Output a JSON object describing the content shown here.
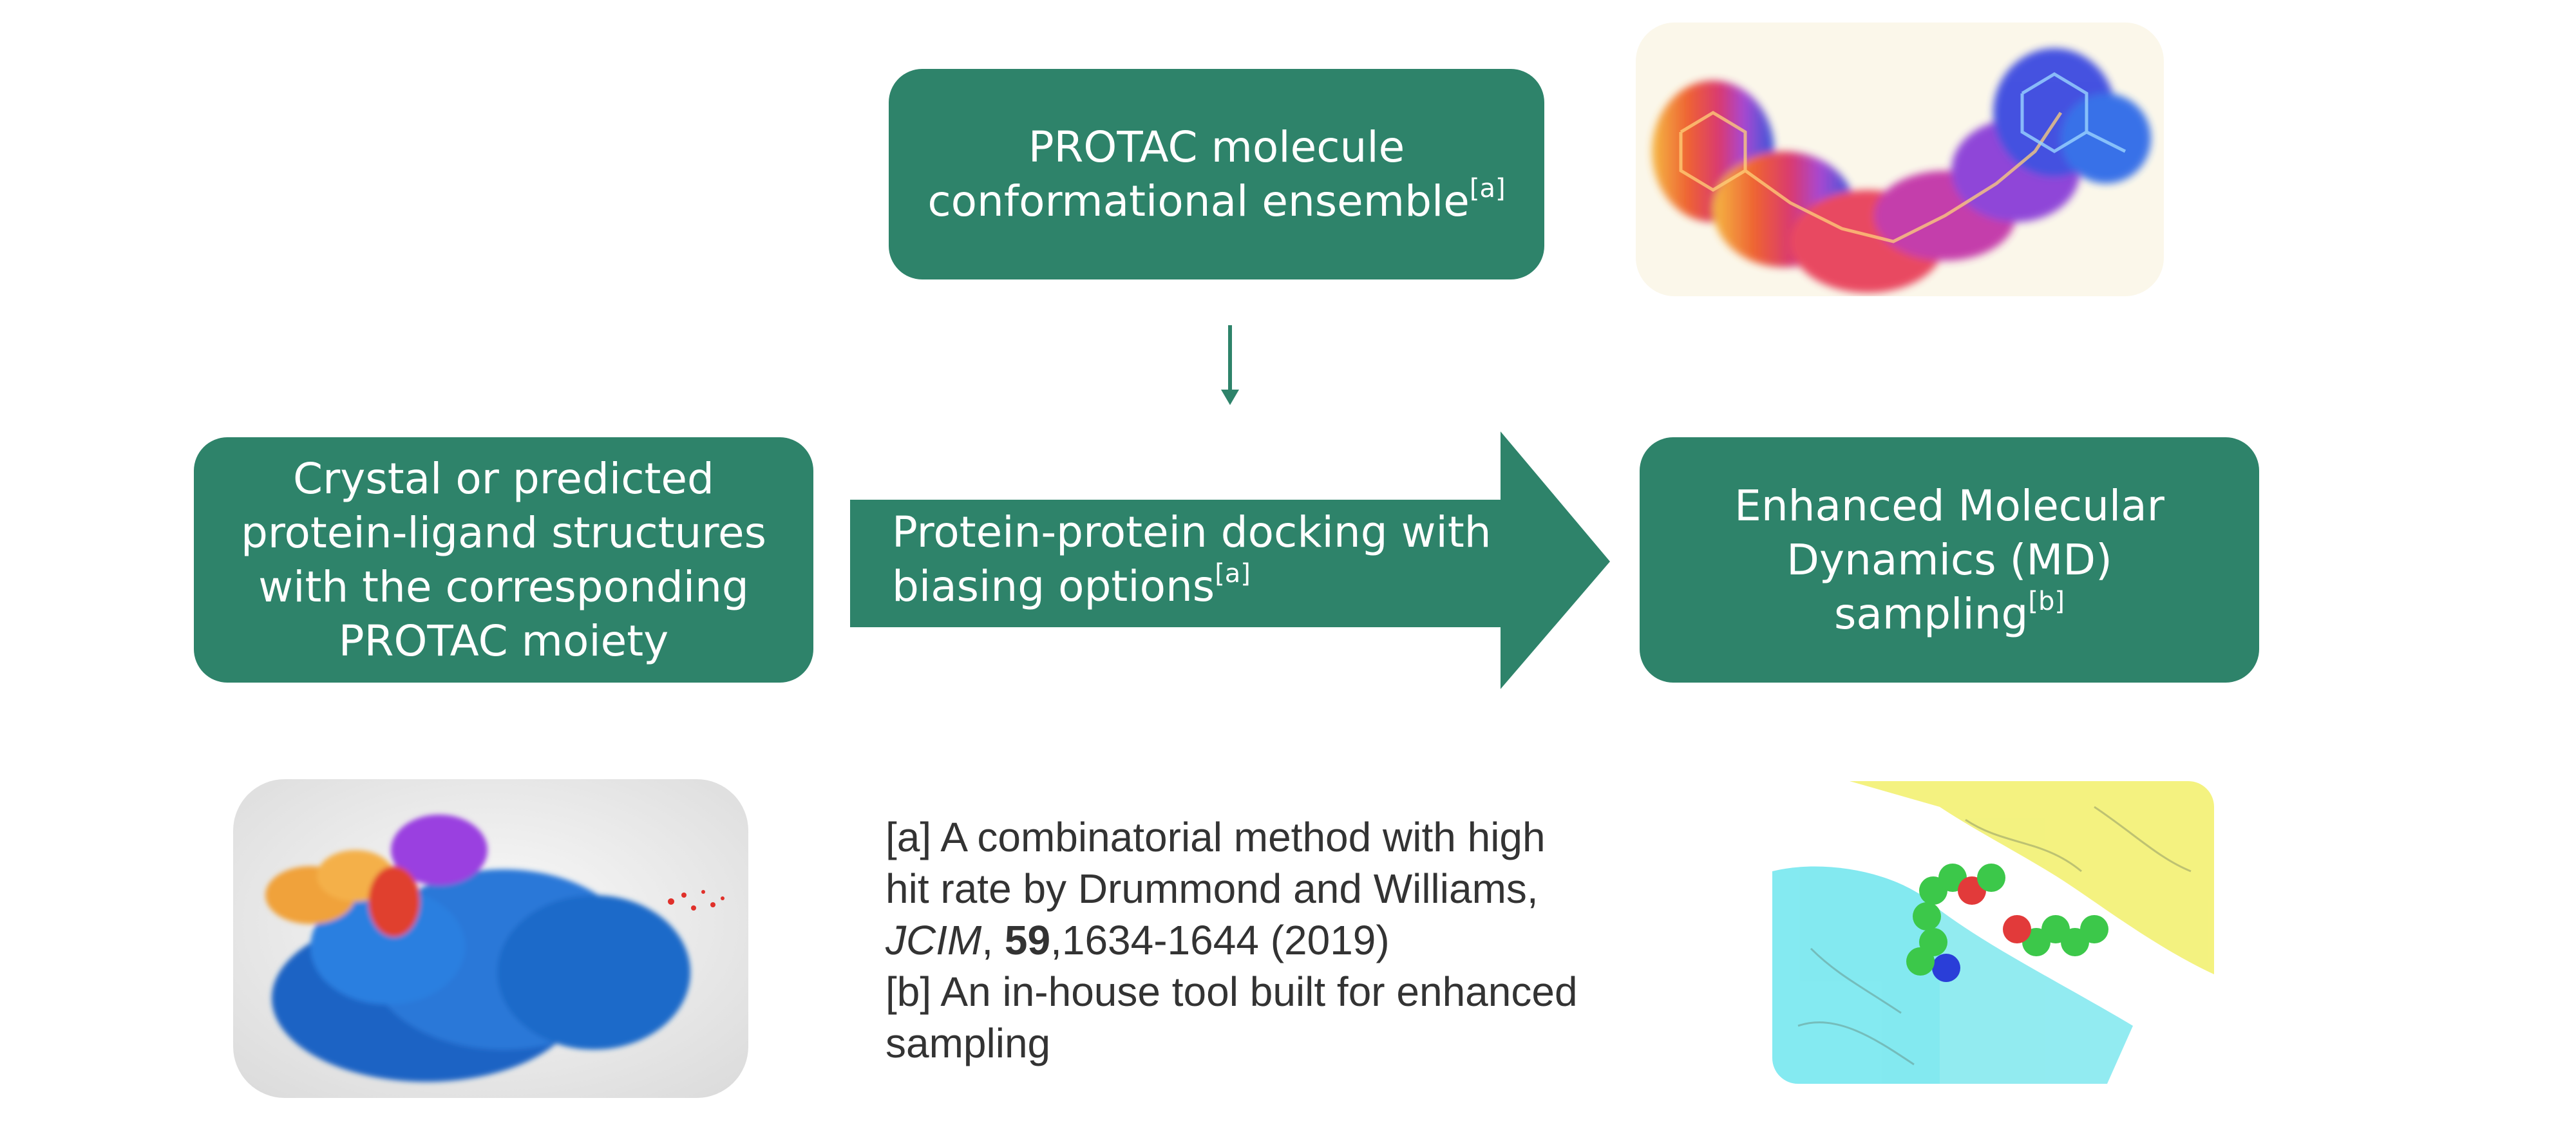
{
  "colors": {
    "box_fill": "#2e836a",
    "box_text": "#ffffff",
    "note_text": "#333333"
  },
  "boxes": {
    "protac": {
      "line1": "PROTAC molecule",
      "line2": "conformational ensemble",
      "ref": "[a]"
    },
    "crystal": {
      "line1": "Crystal or predicted",
      "line2": "protein-ligand structures",
      "line3": "with the corresponding",
      "line4": "PROTAC moiety"
    },
    "docking": {
      "line1": "Protein-protein docking with",
      "line2": "biasing options",
      "ref": "[a]"
    },
    "md": {
      "line1": "Enhanced Molecular",
      "line2": "Dynamics (MD)",
      "line3": "sampling",
      "ref": "[b]"
    }
  },
  "notes": {
    "a_line1": "[a] A combinatorial method with high",
    "a_line2": "hit rate by Drummond and Williams,",
    "a_journal": "JCIM",
    "a_sep": ", ",
    "a_volume": "59",
    "a_pages": ",1634-1644 (2019)",
    "b_line1": "[b] An in-house tool built for enhanced",
    "b_line2": "sampling"
  },
  "images": {
    "protac_surface": "PROTAC molecule surface rendering",
    "protein_complex": "protein complex rendering",
    "binding_pocket": "ligand in binding pocket rendering"
  }
}
